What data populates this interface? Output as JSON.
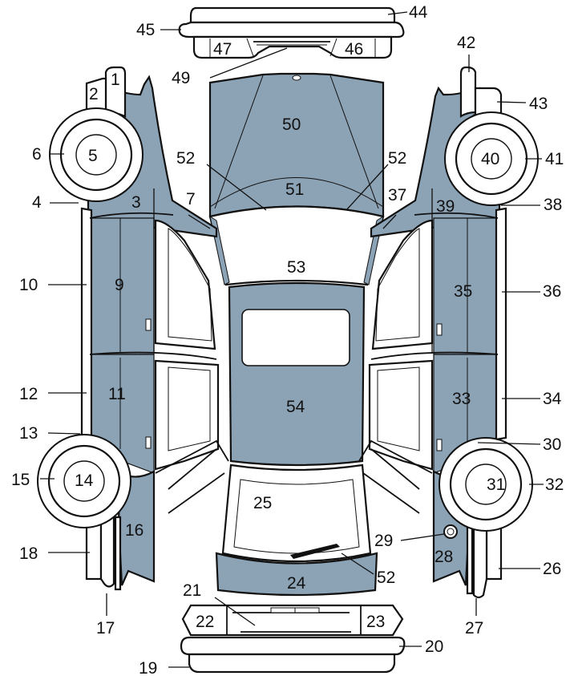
{
  "diagram": {
    "title": "Vehicle body panel parts identification (top view, exploded)",
    "fill_color": "#8ca2b5",
    "line_color": "#111111",
    "labels": [
      {
        "id": "1",
        "text": "1"
      },
      {
        "id": "2",
        "text": "2"
      },
      {
        "id": "3",
        "text": "3"
      },
      {
        "id": "4",
        "text": "4"
      },
      {
        "id": "5",
        "text": "5"
      },
      {
        "id": "6",
        "text": "6"
      },
      {
        "id": "7",
        "text": "7"
      },
      {
        "id": "9",
        "text": "9"
      },
      {
        "id": "10",
        "text": "10"
      },
      {
        "id": "11",
        "text": "11"
      },
      {
        "id": "12",
        "text": "12"
      },
      {
        "id": "13",
        "text": "13"
      },
      {
        "id": "14",
        "text": "14"
      },
      {
        "id": "15",
        "text": "15"
      },
      {
        "id": "16",
        "text": "16"
      },
      {
        "id": "17",
        "text": "17"
      },
      {
        "id": "18",
        "text": "18"
      },
      {
        "id": "19",
        "text": "19"
      },
      {
        "id": "20",
        "text": "20"
      },
      {
        "id": "21",
        "text": "21"
      },
      {
        "id": "22",
        "text": "22"
      },
      {
        "id": "23",
        "text": "23"
      },
      {
        "id": "24",
        "text": "24"
      },
      {
        "id": "25",
        "text": "25"
      },
      {
        "id": "26",
        "text": "26"
      },
      {
        "id": "27",
        "text": "27"
      },
      {
        "id": "28",
        "text": "28"
      },
      {
        "id": "29",
        "text": "29"
      },
      {
        "id": "30",
        "text": "30"
      },
      {
        "id": "31",
        "text": "31"
      },
      {
        "id": "32",
        "text": "32"
      },
      {
        "id": "33",
        "text": "33"
      },
      {
        "id": "34",
        "text": "34"
      },
      {
        "id": "35",
        "text": "35"
      },
      {
        "id": "36",
        "text": "36"
      },
      {
        "id": "37",
        "text": "37"
      },
      {
        "id": "38",
        "text": "38"
      },
      {
        "id": "39",
        "text": "39"
      },
      {
        "id": "40",
        "text": "40"
      },
      {
        "id": "41",
        "text": "41"
      },
      {
        "id": "42",
        "text": "42"
      },
      {
        "id": "43",
        "text": "43"
      },
      {
        "id": "44",
        "text": "44"
      },
      {
        "id": "45",
        "text": "45"
      },
      {
        "id": "46",
        "text": "46"
      },
      {
        "id": "47",
        "text": "47"
      },
      {
        "id": "49",
        "text": "49"
      },
      {
        "id": "50",
        "text": "50"
      },
      {
        "id": "51",
        "text": "51"
      },
      {
        "id": "52a",
        "text": "52"
      },
      {
        "id": "52b",
        "text": "52"
      },
      {
        "id": "52c",
        "text": "52"
      },
      {
        "id": "53",
        "text": "53"
      },
      {
        "id": "54",
        "text": "54"
      }
    ]
  }
}
